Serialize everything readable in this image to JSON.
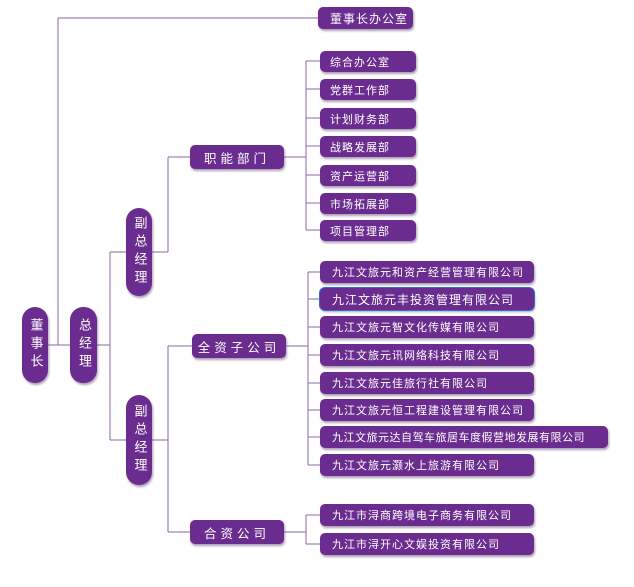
{
  "root": {
    "label": "董事长"
  },
  "office": {
    "label": "董事长办公室"
  },
  "gm": {
    "label": "总经理"
  },
  "vp_top": {
    "label": "副总经理"
  },
  "vp_bottom": {
    "label": "副总经理"
  },
  "functional": {
    "label": "职能部门",
    "items": [
      "综合办公室",
      "党群工作部",
      "计划财务部",
      "战略发展部",
      "资产运营部",
      "市场拓展部",
      "项目管理部"
    ]
  },
  "subsidiaries": {
    "label": "全资子公司",
    "items": [
      "九江文旅元和资产经营管理有限公司",
      "九江文旅元丰投资管理有限公司",
      "九江文旅元智文化传媒有限公司",
      "九江文旅元讯网络科技有限公司",
      "九江文旅元佳旅行社有限公司",
      "九江文旅元恒工程建设管理有限公司",
      "九江文旅元达自驾车旅居车度假营地发展有限公司",
      "九江文旅元灏水上旅游有限公司"
    ]
  },
  "joint": {
    "label": "合资公司",
    "items": [
      "九江市浔商跨境电子商务有限公司",
      "九江市浔开心文娱投资有限公司"
    ]
  }
}
